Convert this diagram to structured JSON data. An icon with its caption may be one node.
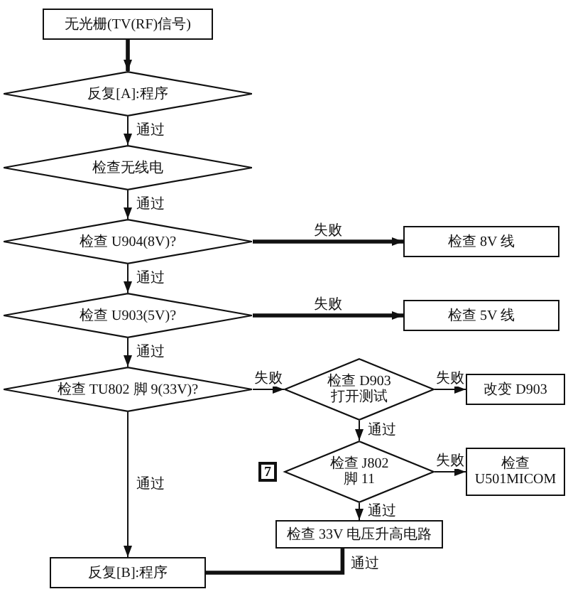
{
  "diagram": {
    "nodes": [
      {
        "text": [
          "无光栅(TV(RF)信号)"
        ]
      },
      {
        "text": [
          "反复[A]:程序"
        ]
      },
      {
        "text": [
          "检查无线电"
        ]
      },
      {
        "text": [
          "检查 U904(8V)?"
        ]
      },
      {
        "text": [
          "检查 8V 线"
        ]
      },
      {
        "text": [
          "检查 U903(5V)?"
        ]
      },
      {
        "text": [
          "检查 5V 线"
        ]
      },
      {
        "text": [
          "检查 TU802 脚 9(33V)?"
        ]
      },
      {
        "text": [
          "检查 D903 打开测试"
        ]
      },
      {
        "text": [
          "改变 D903"
        ]
      },
      {
        "text": [
          "7"
        ]
      },
      {
        "text": [
          "检查 J802 脚 11"
        ]
      },
      {
        "text": [
          "检查 U501MICOM"
        ]
      },
      {
        "text": [
          "检查 33V 电压升高电路"
        ]
      },
      {
        "text": [
          "反复[B]:程序"
        ]
      }
    ],
    "edges": [
      {
        "from": 0,
        "to": 1,
        "arrow": "to",
        "style": "thick"
      },
      {
        "from": 1,
        "to": 2,
        "arrow": "to",
        "label": "通过"
      },
      {
        "from": 2,
        "to": 3,
        "arrow": "to",
        "label": "通过"
      },
      {
        "from": 3,
        "to": 4,
        "arrow": "to",
        "label": "失败",
        "style": "thick"
      },
      {
        "from": 3,
        "to": 5,
        "arrow": "to",
        "label": "通过"
      },
      {
        "from": 5,
        "to": 6,
        "arrow": "to",
        "label": "失败",
        "style": "thick"
      },
      {
        "from": 5,
        "to": 7,
        "arrow": "to",
        "label": "通过"
      },
      {
        "from": 7,
        "to": 8,
        "arrow": "to",
        "label": "失败"
      },
      {
        "from": 7,
        "to": 14,
        "arrow": "to",
        "label": "通过"
      },
      {
        "from": 8,
        "to": 9,
        "arrow": "to",
        "label": "失败"
      },
      {
        "from": 8,
        "to": 11,
        "arrow": "to",
        "label": "通过"
      },
      {
        "from": 11,
        "to": 12,
        "arrow": "to",
        "label": "失败"
      },
      {
        "from": 11,
        "to": 13,
        "arrow": "to",
        "label": "通过"
      },
      {
        "from": 13,
        "to": 14,
        "arrow": "none",
        "label": "通过",
        "style": "thick"
      }
    ]
  }
}
